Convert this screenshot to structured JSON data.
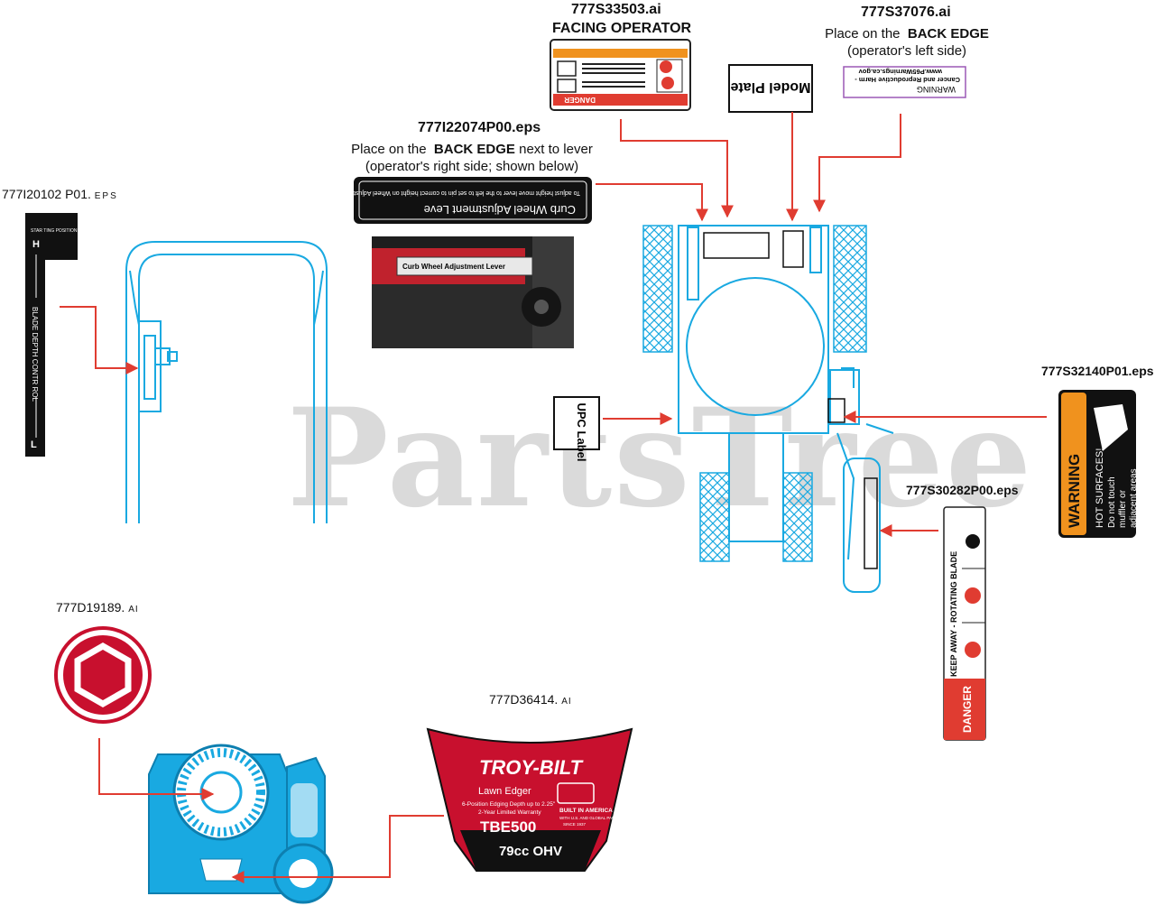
{
  "watermark": "PartsTree",
  "labels": {
    "l1": {
      "part": "777S33503.ai",
      "caption": "FACING OPERATOR"
    },
    "l2": {
      "part": "777S37076.ai",
      "caption_pre": "Place on the",
      "caption_bold": "BACK EDGE",
      "caption_line2": "(operator's left side)",
      "warning_title": "WARNING",
      "warning_text": "Cancer and Reproductive Harm -",
      "warning_url": "www.P65Warnings.ca.gov"
    },
    "l3": {
      "part": "777I22074P00.eps",
      "caption_pre": "Place on the",
      "caption_bold": "BACK EDGE",
      "caption_mid": "next to lever",
      "caption_line2": "(operator's right side; shown below)",
      "decal_title": "Curb Wheel Adjustment Leve",
      "decal_text": "To adjust height move lever to the left to set pin to correct height on Wheel Adjustment Bracket (Right Wheel).",
      "photo_text": "Curb Wheel Adjustment Lever"
    },
    "l4": {
      "part": "777I20102 P01.",
      "suffix": "EPS",
      "decal_text": "BLADE DEPTH CONTR  ROL",
      "start": "STAR TING POSITION",
      "top_letter": "H",
      "bottom_letter": "L"
    },
    "l5": {
      "part": "777S32140P01.eps",
      "warning": "WARNING",
      "line1": "HOT SURFACES!",
      "line2": "Do not touch",
      "line3": "muffler or",
      "line4": "adjacent areas"
    },
    "l6": {
      "part": "777S30282P00.eps",
      "danger": "DANGER",
      "text": "KEEP AWAY - ROTATING BLADE"
    },
    "l7": {
      "part": "777D19189.",
      "suffix": "AI"
    },
    "l8": {
      "part": "777D36414.",
      "suffix": "AI",
      "brand": "TROY-BILT",
      "product": "Lawn Edger",
      "spec1": "6-Position Edging Depth up to 2.25\"",
      "spec2": "2-Year Limited Warranty",
      "model": "TBE500",
      "engine": "79cc  OHV",
      "built": "BUILT IN AMERICA",
      "built_sub": "WITH U.S. AND GLOBAL PARTS",
      "since": "SINCE 1937"
    },
    "model_plate": "Model Plate",
    "upc_label": "UPC Label",
    "danger_top": "DANGER"
  },
  "colors": {
    "blue": "#19a9e1",
    "red": "#e03c31",
    "orange": "#f0921e",
    "crimson": "#c8102e"
  }
}
